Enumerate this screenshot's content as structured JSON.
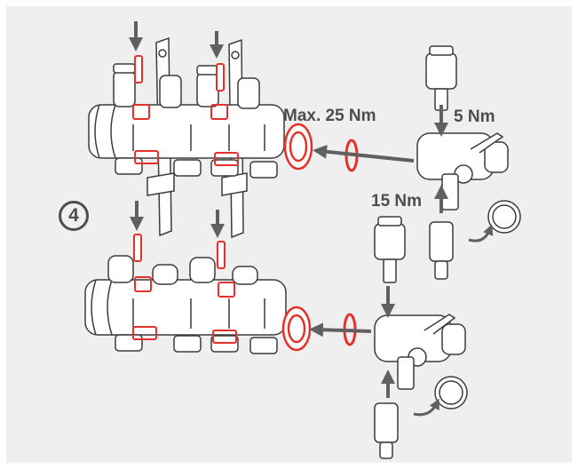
{
  "step": "4",
  "torque_labels": {
    "manifold_nut": "Max. 25 Nm",
    "air_vent": "5 Nm",
    "drain_valve": "15 Nm"
  },
  "colors": {
    "panel": "#efeff0",
    "outline": "#3c3c3c",
    "highlight_red": "#e5312b",
    "arrow_gray": "#606060",
    "text": "#4d4d4d"
  }
}
